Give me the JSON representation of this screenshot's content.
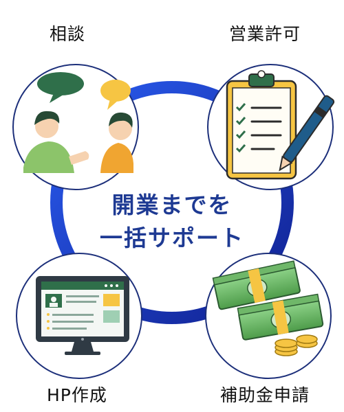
{
  "center": {
    "line1": "開業までを",
    "line2": "一括サポート"
  },
  "items": [
    {
      "label": "相談",
      "icon": "consultation-icon"
    },
    {
      "label": "営業許可",
      "icon": "clipboard-checklist-icon"
    },
    {
      "label": "HP作成",
      "icon": "website-monitor-icon"
    },
    {
      "label": "補助金申請",
      "icon": "money-stack-icon"
    }
  ],
  "colors": {
    "ring": "#1f47d8",
    "ring_dark": "#11249a",
    "circle_border": "#1c2f7a",
    "center_text": "#1e3a93"
  }
}
